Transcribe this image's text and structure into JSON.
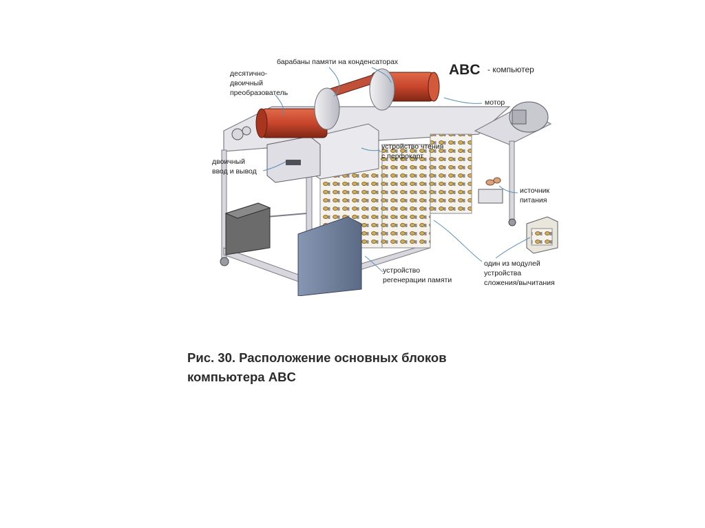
{
  "figure": {
    "title_main": "ABC",
    "title_suffix": "- компьютер",
    "labels": {
      "drums_l1": "барабаны памяти на конденсаторах",
      "converter_l1": "десятично-",
      "converter_l2": "двоичный",
      "converter_l3": "преобразователь",
      "motor_l1": "мотор",
      "io_l1": "двоичный",
      "io_l2": "ввод и вывод",
      "reader_l1": "устройство чтения",
      "reader_l2": "с перфокарт",
      "power_l1": "источник",
      "power_l2": "питания",
      "regen_l1": "устройство",
      "regen_l2": "регенерации памяти",
      "module_l1": "один из модулей",
      "module_l2": "устройства",
      "module_l3": "сложения/вычитания"
    }
  },
  "caption": {
    "line1": "Рис. 30. Расположение основных блоков",
    "line2": "компьютера ABC"
  },
  "colors": {
    "drum": "#c8462c",
    "drum_dark": "#8e2e1c",
    "frame": "#d9d9de",
    "frame_edge": "#7c7c86",
    "cabinet": "#6f7f9a",
    "box": "#6b6b6b",
    "tube": "#c9a24a"
  }
}
